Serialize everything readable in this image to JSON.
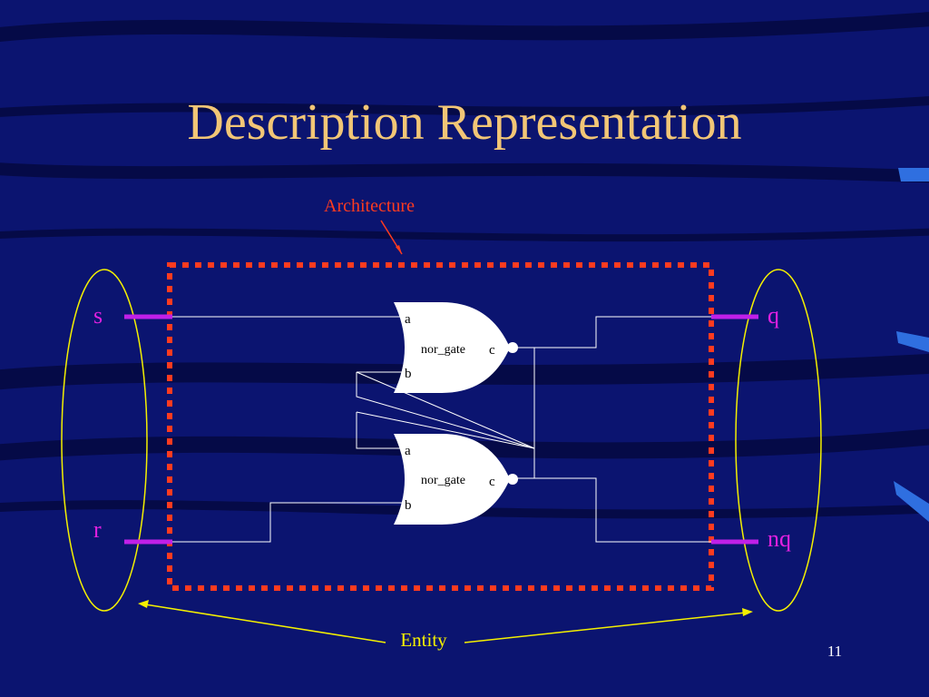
{
  "slide": {
    "title": "Description Representation",
    "page_number": "11"
  },
  "diagram": {
    "architecture_label": "Architecture",
    "entity_label": "Entity",
    "ports": {
      "s": "s",
      "r": "r",
      "q": "q",
      "nq": "nq"
    },
    "gates": [
      {
        "name": "nor_gate",
        "input_a": "a",
        "input_b": "b",
        "output": "c"
      },
      {
        "name": "nor_gate",
        "input_a": "a",
        "input_b": "b",
        "output": "c"
      }
    ]
  },
  "colors": {
    "background": "#0b1470",
    "title": "#f2c676",
    "architecture": "#ff3b1f",
    "entity": "#ffff00",
    "port_label": "#e020e0",
    "port_line": "#c020e8",
    "wire": "#ffffff",
    "gate_fill": "#ffffff"
  }
}
